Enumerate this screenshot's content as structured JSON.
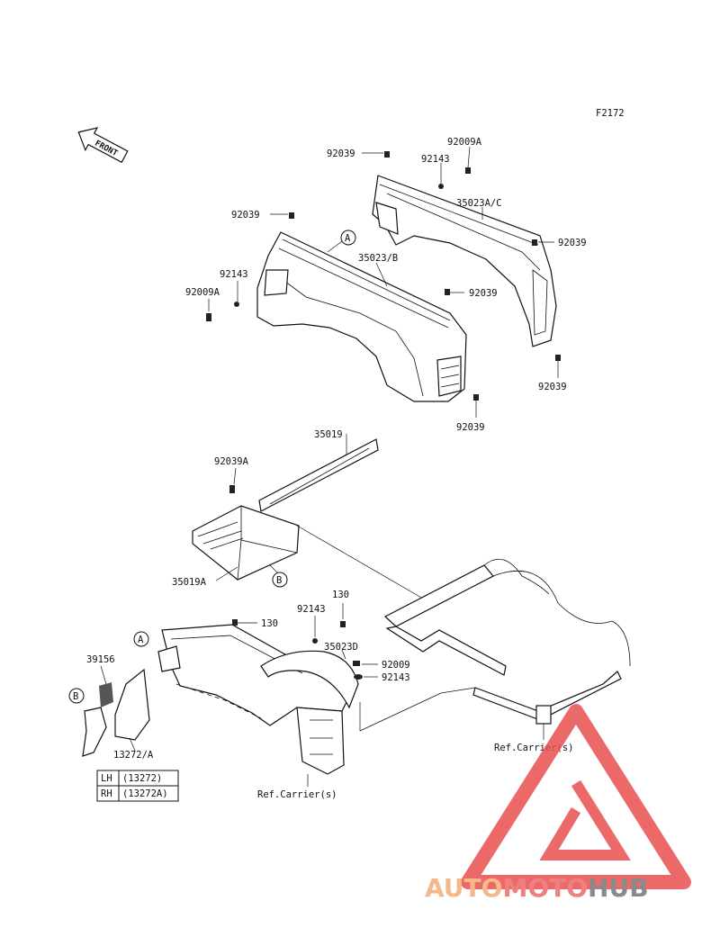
{
  "figure_code": "F2172",
  "front_label": "FRONT",
  "callout_a": "A",
  "callout_b": "B",
  "parts": {
    "p92039_top": "92039",
    "p92009A_top": "92009A",
    "p92143_top": "92143",
    "p35023AC": "35023A/C",
    "p92039_right1": "92039",
    "p92039_left": "92039",
    "p35023B": "35023/B",
    "p92143_left": "92143",
    "p92009A_left": "92009A",
    "p92039_mid": "92039",
    "p92039_right2": "92039",
    "p92039_low": "92039",
    "p35019": "35019",
    "p92039A": "92039A",
    "p35019A": "35019A",
    "p130_a": "130",
    "p92143_mid": "92143",
    "p130_b": "130",
    "p35023D": "35023D",
    "p92009": "92009",
    "p92143_low": "92143",
    "p39156": "39156",
    "p13272A": "13272/A",
    "ref_carrier_1": "Ref.Carrier(s)",
    "ref_carrier_2": "Ref.Carrier(s)"
  },
  "side_table": [
    {
      "side": "LH",
      "part": "(13272)"
    },
    {
      "side": "RH",
      "part": "(13272A)"
    }
  ],
  "watermark": {
    "part1": "AUTO",
    "part2": "MOTO",
    "part3": "HUB",
    "color1": "#f5b88a",
    "color2": "#f08080",
    "color3": "#8a8a8a",
    "triangle_color": "#e85050"
  }
}
